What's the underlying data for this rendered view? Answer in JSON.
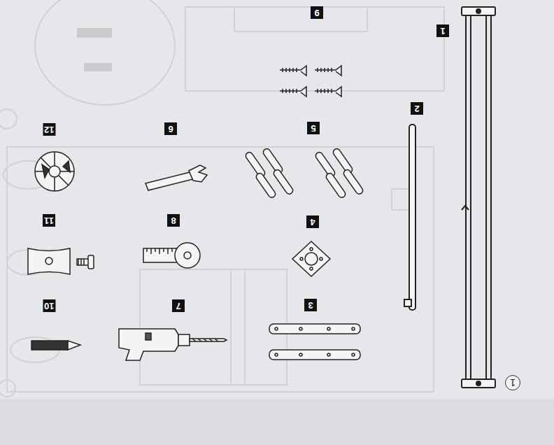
{
  "diagram": {
    "labels": [
      "9",
      "1",
      "2",
      "12",
      "6",
      "5",
      "11",
      "8",
      "4",
      "10",
      "7",
      "3",
      "1"
    ]
  }
}
